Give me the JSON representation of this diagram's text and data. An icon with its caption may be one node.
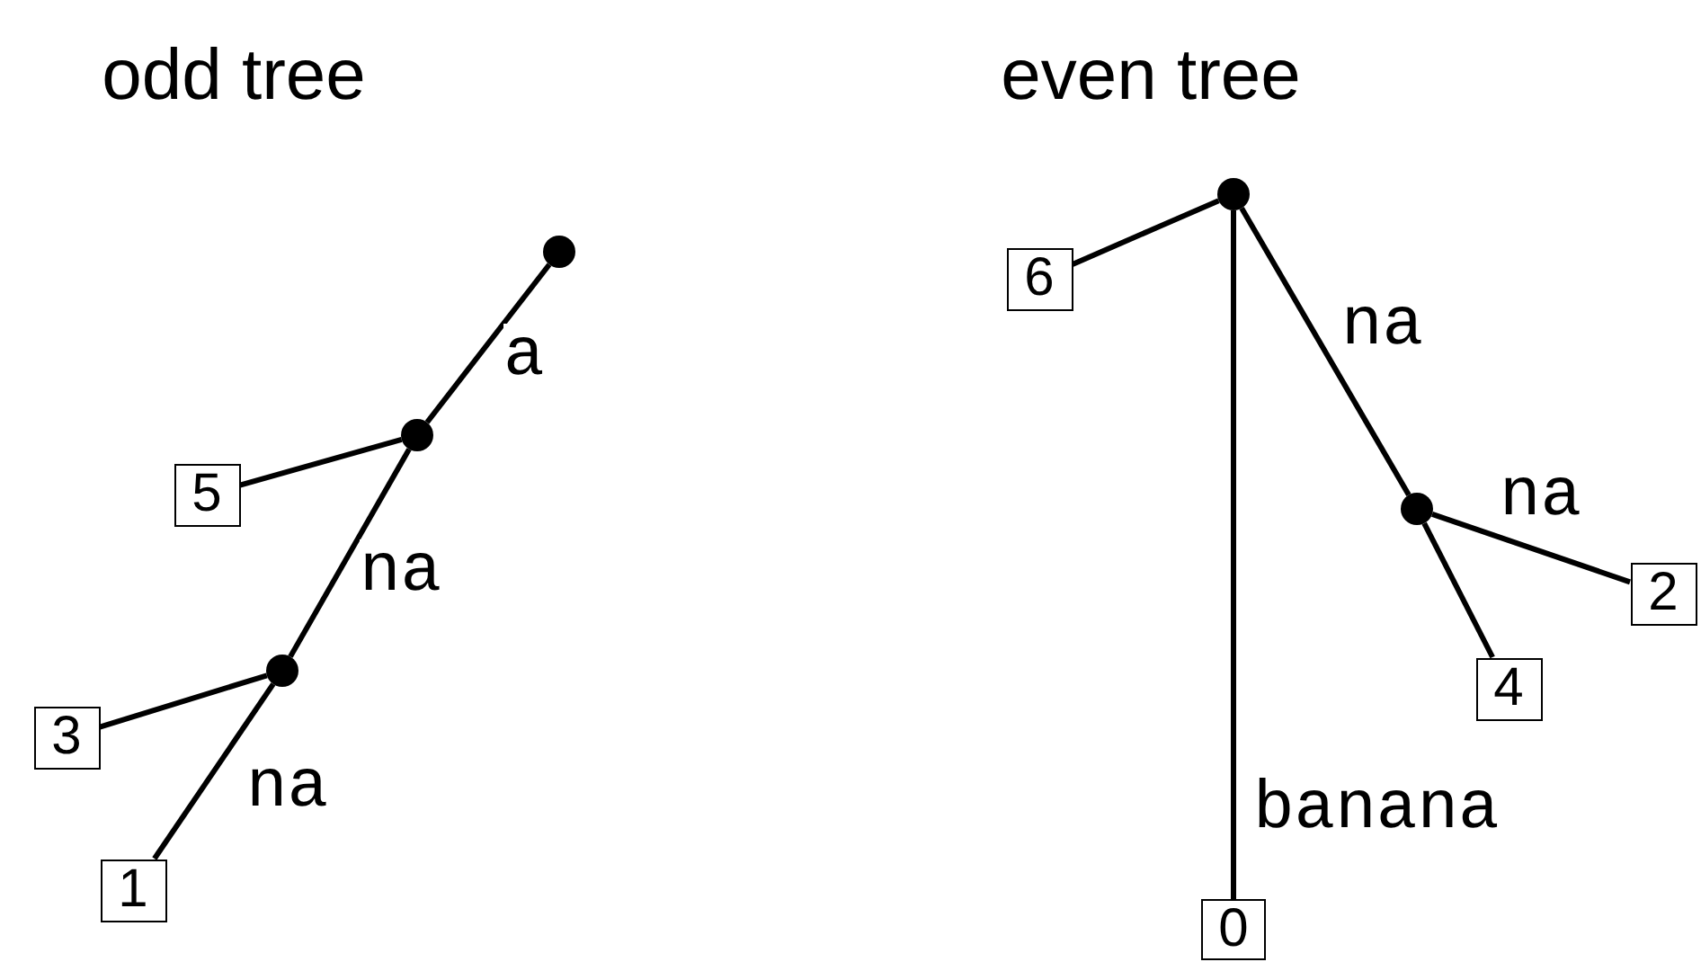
{
  "diagram": {
    "nodes": [
      {
        "text": [],
        "shape": "circle"
      },
      {
        "text": [],
        "shape": "circle"
      },
      {
        "text": [
          "5"
        ]
      },
      {
        "text": [],
        "shape": "circle"
      },
      {
        "text": [
          "3"
        ]
      },
      {
        "text": [
          "1"
        ]
      },
      {
        "text": [],
        "shape": "circle"
      },
      {
        "text": [
          "6"
        ]
      },
      {
        "text": [],
        "shape": "circle"
      },
      {
        "text": [
          "2"
        ]
      },
      {
        "text": [
          "4"
        ]
      },
      {
        "text": [
          "0"
        ]
      }
    ],
    "edges": [
      {
        "from": 0,
        "to": 1,
        "arrow": "none",
        "label": "a"
      },
      {
        "from": 1,
        "to": 2,
        "arrow": "none"
      },
      {
        "from": 1,
        "to": 3,
        "arrow": "none",
        "label": "na"
      },
      {
        "from": 3,
        "to": 4,
        "arrow": "none"
      },
      {
        "from": 3,
        "to": 5,
        "arrow": "none",
        "label": "na"
      },
      {
        "from": 6,
        "to": 7,
        "arrow": "none"
      },
      {
        "from": 6,
        "to": 8,
        "arrow": "none",
        "label": "na"
      },
      {
        "from": 8,
        "to": 9,
        "arrow": "none",
        "label": "na"
      },
      {
        "from": 8,
        "to": 10,
        "arrow": "none"
      },
      {
        "from": 6,
        "to": 11,
        "arrow": "none",
        "label": "banana"
      }
    ],
    "labels": [
      "odd tree",
      "even tree"
    ]
  }
}
